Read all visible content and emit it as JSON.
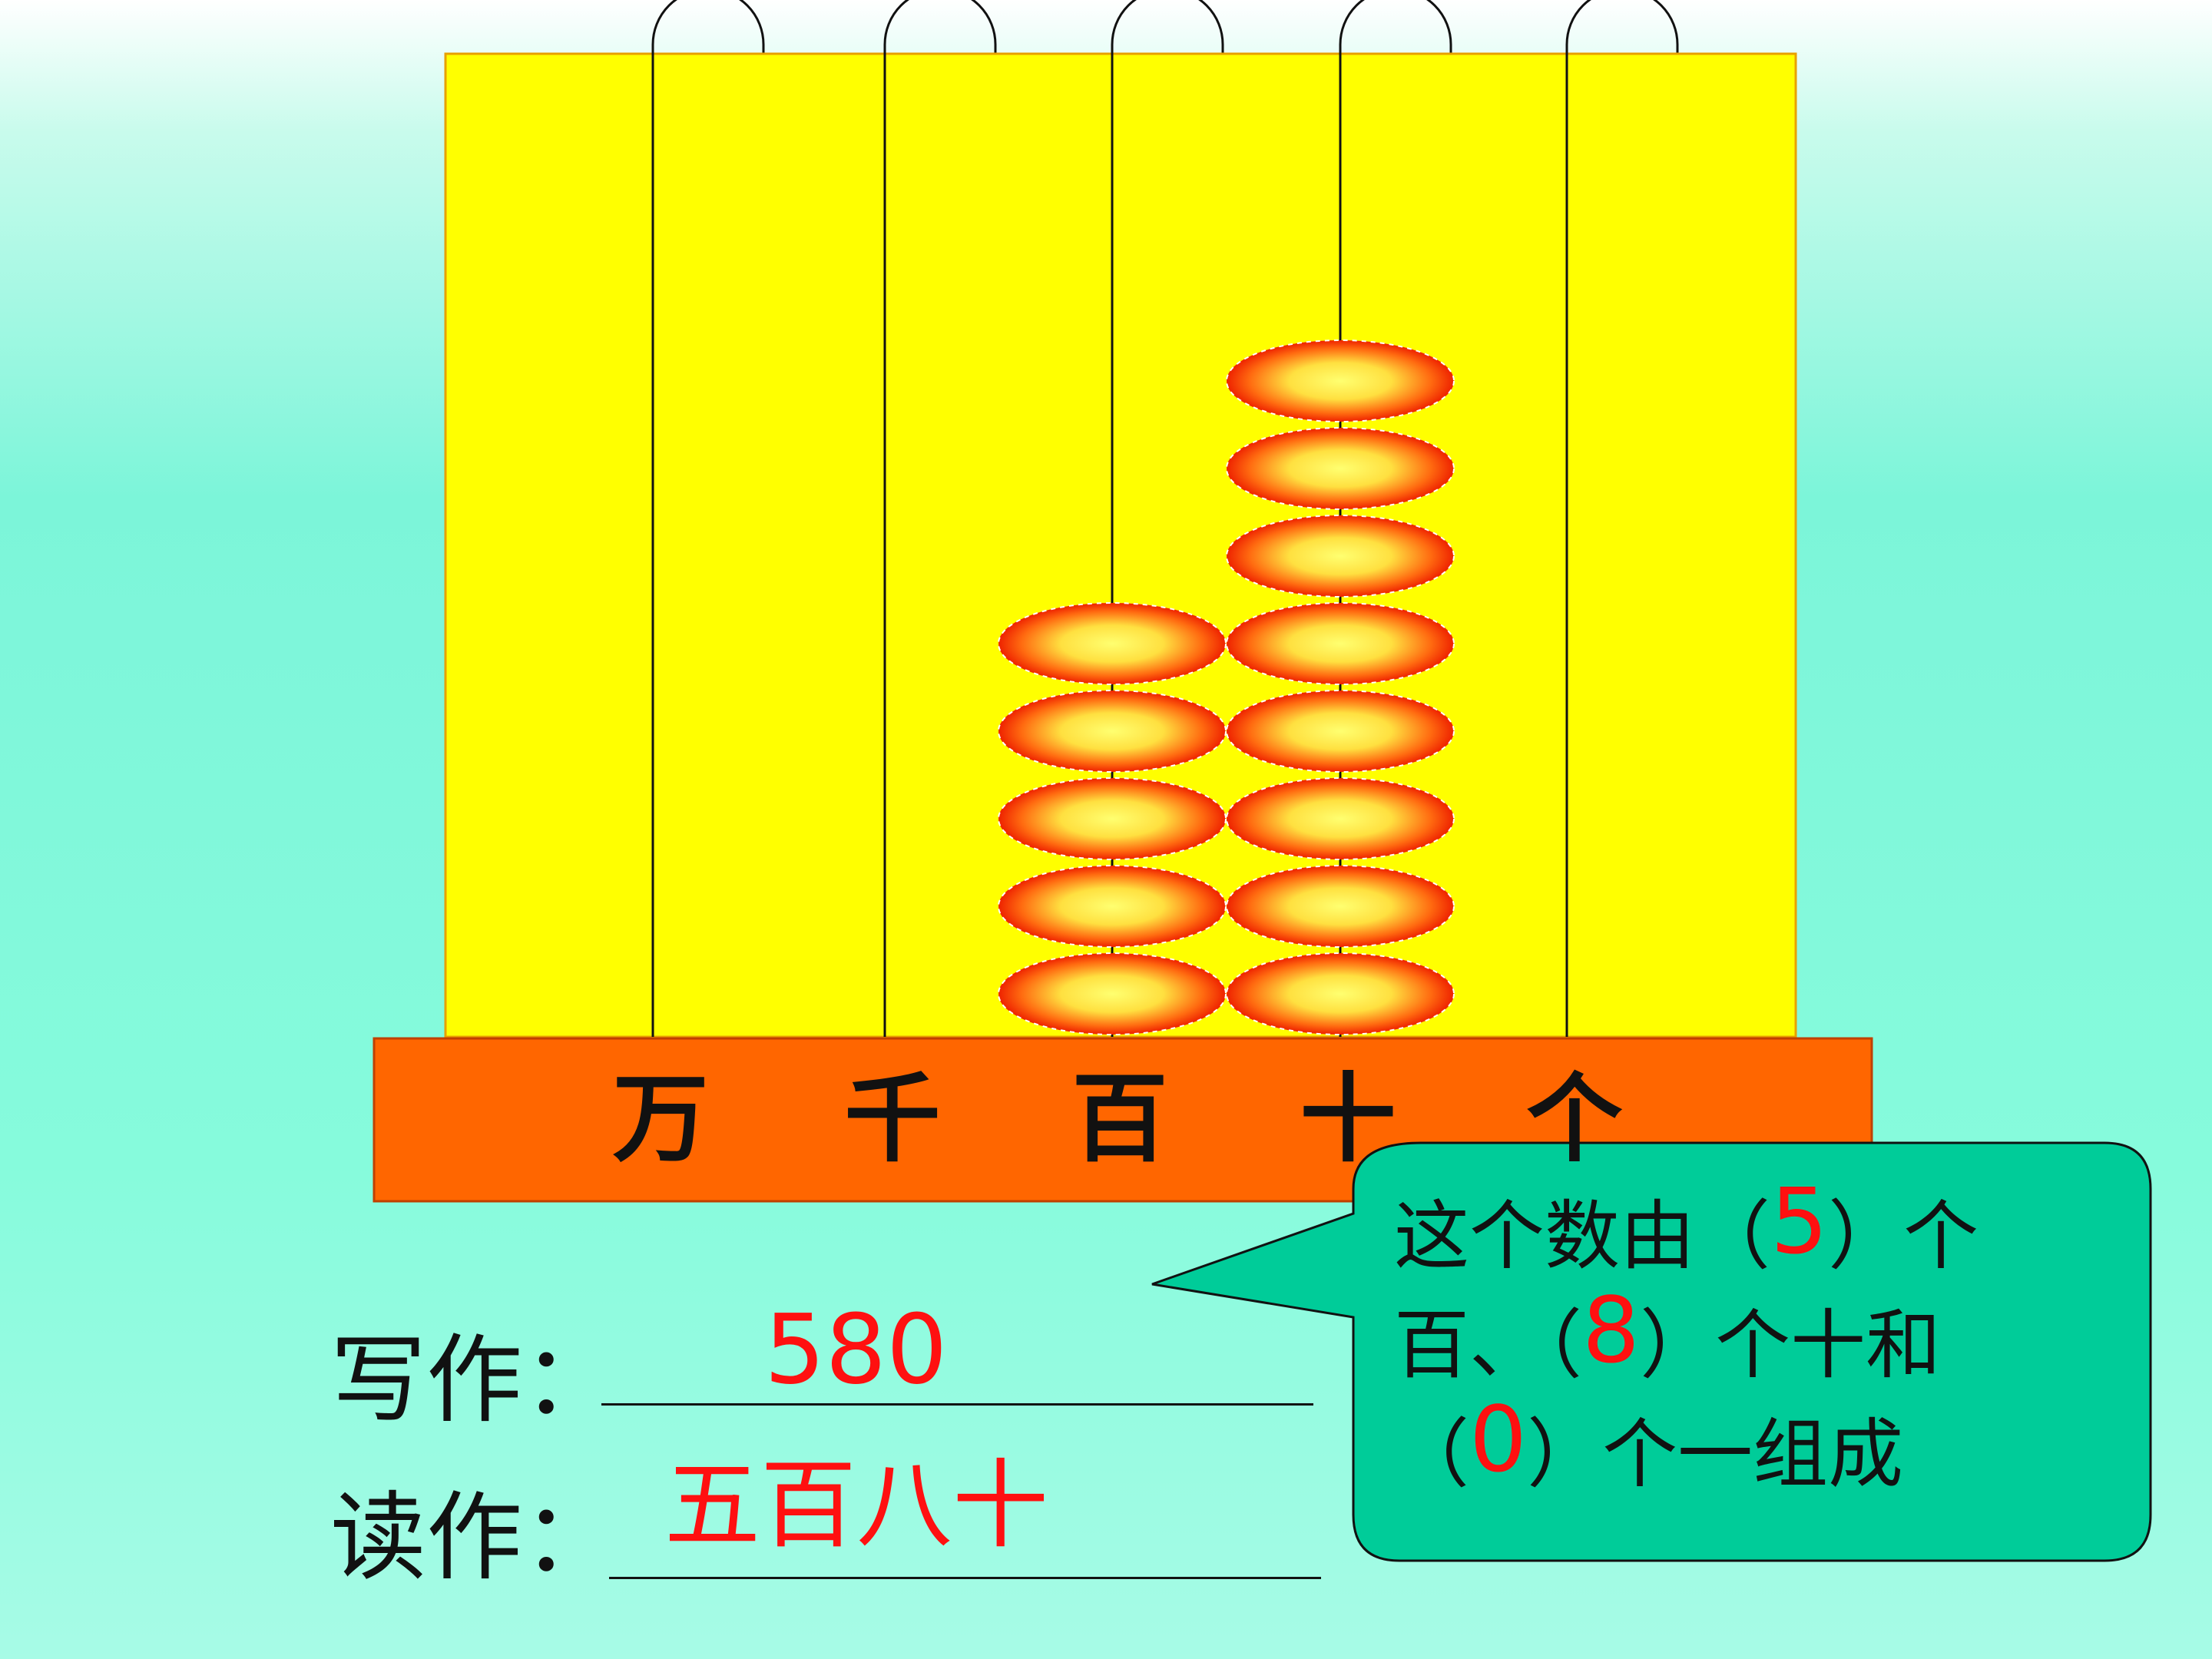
{
  "abacus": {
    "places": [
      {
        "label": "万",
        "beads": 0
      },
      {
        "label": "千",
        "beads": 0
      },
      {
        "label": "百",
        "beads": 5
      },
      {
        "label": "十",
        "beads": 8
      },
      {
        "label": "个",
        "beads": 0
      }
    ]
  },
  "write": {
    "prompt": "写作：",
    "answer": "580"
  },
  "read": {
    "prompt": "读作：",
    "answer": "五百八十"
  },
  "bubble": {
    "line1_prefix": "这个数由（",
    "hundreds": "5",
    "line1_suffix": "）个",
    "line2_prefix": "百、（",
    "tens": "8",
    "line2_suffix": "）个十和",
    "line3_prefix": "（",
    "ones": "0",
    "line3_suffix": "）个一组成"
  },
  "colors": {
    "frame": "#ffff00",
    "base": "#ff6600",
    "bubble": "#00cc99",
    "answer": "#ff1010",
    "bead_outer": "#ee2200",
    "bead_inner": "#ffff66"
  }
}
